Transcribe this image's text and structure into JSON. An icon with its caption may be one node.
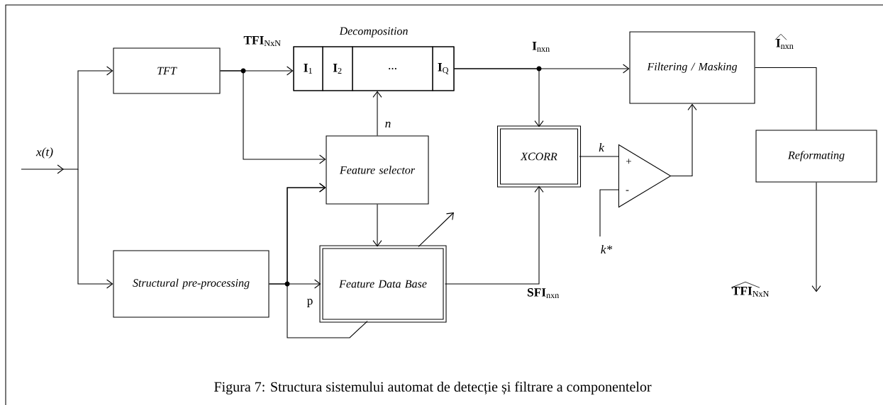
{
  "diagram": {
    "caption": "Figura 7: Structura sistemului automat de detecție și filtrare a componentelor",
    "nodes": [
      {
        "text": [
          "TFT"
        ]
      },
      {
        "text": [
          "Decomposition"
        ]
      },
      {
        "text": [
          "**I**$_{1}$"
        ],
        "in": 1
      },
      {
        "text": [
          "**I**$_{2}$"
        ],
        "in": 1
      },
      {
        "text": [
          "..."
        ],
        "in": 1
      },
      {
        "text": [
          "**I**$_{Q}$"
        ],
        "in": 1
      },
      {
        "text": [
          "Feature selector"
        ]
      },
      {
        "text": [
          "Structural pre-processing"
        ]
      },
      {
        "text": [
          "Feature Data Base"
        ]
      },
      {
        "text": [
          "XCORR"
        ]
      },
      {
        "text": [
          "+",
          "-"
        ]
      },
      {
        "text": [
          "Filtering / Masking"
        ]
      },
      {
        "text": [
          "Reformating"
        ]
      }
    ],
    "edges": [
      {
        "from": null,
        "to": 0,
        "arrow": "to",
        "label": "x(t)"
      },
      {
        "from": null,
        "to": 7,
        "arrow": "to"
      },
      {
        "from": 0,
        "to": 1,
        "arrow": "to",
        "label": "**TFI**$_{NxN}$"
      },
      {
        "from": 0,
        "to": 6,
        "arrow": "to"
      },
      {
        "from": 6,
        "to": 1,
        "arrow": "to",
        "label": "n"
      },
      {
        "from": 7,
        "to": 8,
        "arrow": "to",
        "label": "p"
      },
      {
        "from": 7,
        "to": 6,
        "arrow": "to"
      },
      {
        "from": 8,
        "to": 6,
        "arrow": "to"
      },
      {
        "from": 6,
        "to": 8,
        "arrow": "to"
      },
      {
        "from": 8,
        "to": null,
        "arrow": "to"
      },
      {
        "from": 8,
        "to": 9,
        "arrow": "to",
        "label": "**SFI**$_{nxn}$"
      },
      {
        "from": 1,
        "to": 11,
        "arrow": "to",
        "label": "**I**$_{nxn}$"
      },
      {
        "from": 1,
        "to": 9,
        "arrow": "to"
      },
      {
        "from": 9,
        "to": 10,
        "arrow": "none",
        "label": "k"
      },
      {
        "from": null,
        "to": 10,
        "arrow": "none",
        "label": "k*"
      },
      {
        "from": 10,
        "to": 11,
        "arrow": "to"
      },
      {
        "from": 11,
        "to": 12,
        "arrow": "none",
        "label": "**I**$_{nxn}$"
      },
      {
        "from": 12,
        "to": null,
        "arrow": "to",
        "label": "**TFI**$_{NxN}$"
      }
    ]
  }
}
